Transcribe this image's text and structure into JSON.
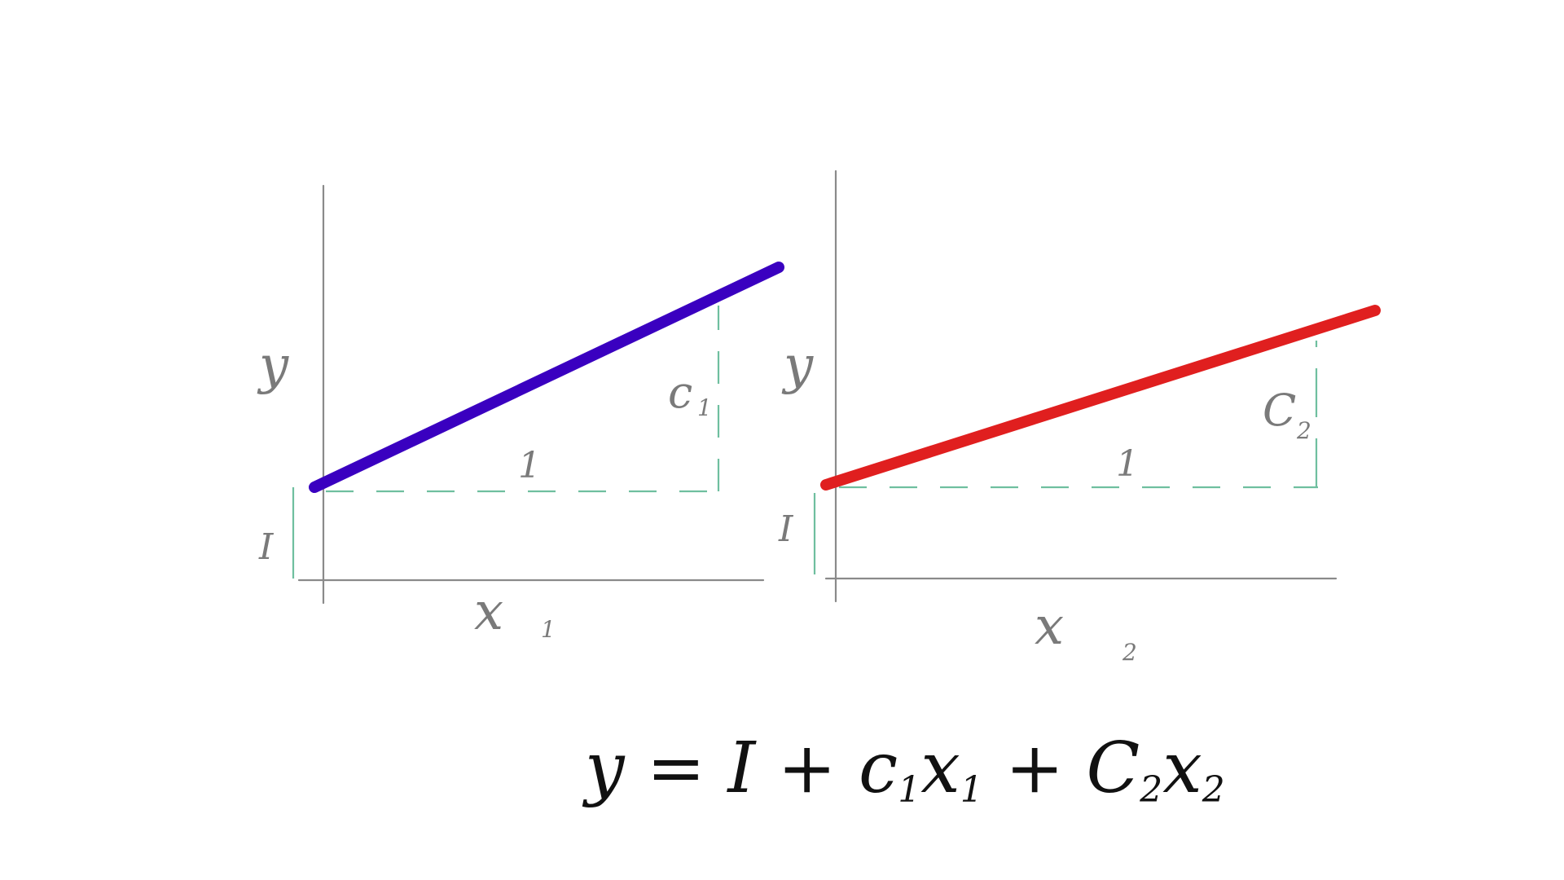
{
  "panels": [
    {
      "y_label": "y",
      "x_label": "x",
      "x_sub": "1",
      "intercept_label": "I",
      "run_label": "1",
      "slope_label": "c",
      "slope_sub": "1",
      "line_color": "#3a00c0"
    },
    {
      "y_label": "y",
      "x_label": "x",
      "x_sub": "2",
      "intercept_label": "I",
      "run_label": "1",
      "slope_label": "C",
      "slope_sub": "2",
      "line_color": "#e01f1f"
    }
  ],
  "equation": {
    "parts": [
      "y",
      " = ",
      "I",
      " + ",
      "c",
      "1",
      "x",
      "1",
      " + ",
      "C",
      "2",
      "x",
      "2"
    ]
  },
  "colors": {
    "axis": "#8a8a8a",
    "guide": "#6fbf9f",
    "equation": "#111111"
  }
}
